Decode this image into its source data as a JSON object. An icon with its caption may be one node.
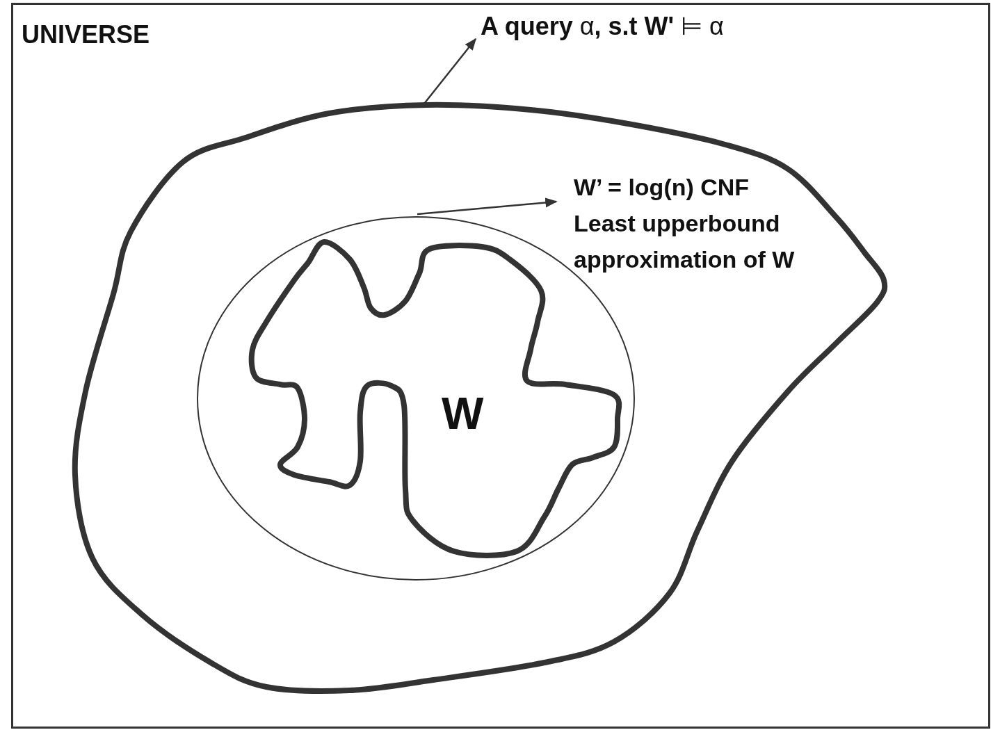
{
  "diagram": {
    "nodes": [
      {
        "text": [
          "UNIVERSE"
        ]
      },
      {
        "text": [],
        "shape": "blob",
        "in": 0
      },
      {
        "text": [],
        "shape": "ellipse",
        "in": 1
      },
      {
        "text": [
          "W"
        ],
        "in": 2
      },
      {
        "text": [
          "**A query** α**, s.t W'** ⊨ α"
        ],
        "in": 0
      },
      {
        "text": [
          "W’ = log(n) CNF",
          "Least upperbound approximation of W"
        ],
        "in": 1
      }
    ],
    "edges": [
      {
        "from": 1,
        "to": 4,
        "arrow": "to"
      },
      {
        "from": 2,
        "to": 5,
        "arrow": "to"
      }
    ]
  }
}
